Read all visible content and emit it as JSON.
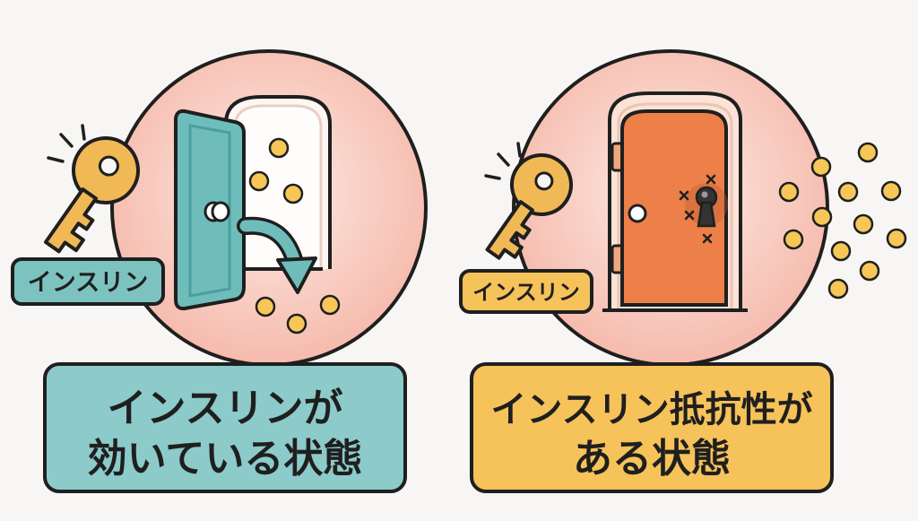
{
  "left": {
    "tag_label": "インスリン",
    "caption_line1": "インスリンが",
    "caption_line2": "効いている状態"
  },
  "right": {
    "tag_label": "インスリン",
    "caption_line1": "インスリン抵抗性が",
    "caption_line2": "ある状態"
  },
  "colors": {
    "background": "#f7f6f4",
    "teal": "#6fbdbb",
    "teal_dark": "#4b9fa0",
    "yellow": "#f6c25a",
    "key": "#f0b955",
    "door_orange": "#ec8048",
    "circle_pink": "#f8c2b6",
    "outline": "#1f1f1f"
  },
  "icons": {
    "left_key": "key-icon",
    "right_key": "key-icon",
    "left_door": "open-door-icon",
    "right_door": "locked-door-icon",
    "keyhole": "keyhole-icon",
    "glucose": "glucose-dot-icon",
    "arrow": "curved-arrow-icon"
  }
}
